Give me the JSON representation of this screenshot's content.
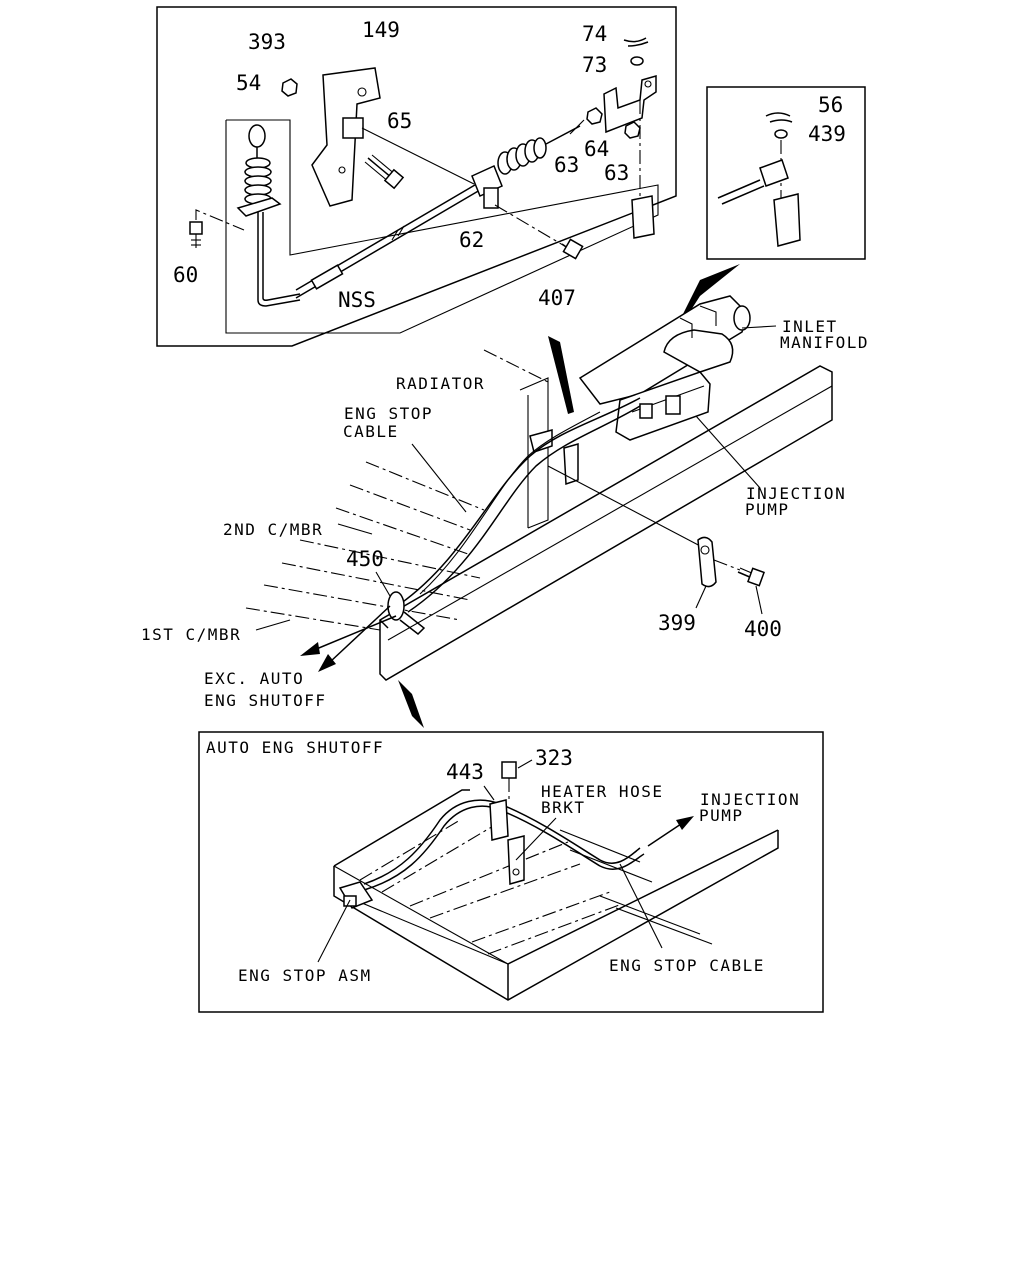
{
  "callouts": {
    "n393": "393",
    "n149": "149",
    "n74": "74",
    "n73": "73",
    "n54": "54",
    "n65": "65",
    "n64": "64",
    "n63a": "63",
    "n63b": "63",
    "n62": "62",
    "n60": "60",
    "nss": "NSS",
    "n407": "407",
    "n56": "56",
    "n439": "439",
    "n450": "450",
    "n399": "399",
    "n400": "400",
    "n443": "443",
    "n323": "323"
  },
  "labels": {
    "radiator": "RADIATOR",
    "inlet_manifold_1": "INLET",
    "inlet_manifold_2": "MANIFOLD",
    "eng_stop_cable_1": "ENG STOP",
    "eng_stop_cable_2": "CABLE",
    "injection_pump_1": "INJECTION",
    "injection_pump_2": "PUMP",
    "second_cmbr": "2ND C/MBR",
    "first_cmbr": "1ST C/MBR",
    "exc_auto_1": "EXC. AUTO",
    "exc_auto_2": "ENG SHUTOFF"
  },
  "inset_auto": {
    "title": "AUTO ENG SHUTOFF",
    "heater_hose_1": "HEATER HOSE",
    "heater_hose_2": "BRKT",
    "injection_pump_1": "INJECTION",
    "injection_pump_2": "PUMP",
    "eng_stop_asm": "ENG STOP ASM",
    "eng_stop_cable": "ENG STOP CABLE"
  }
}
